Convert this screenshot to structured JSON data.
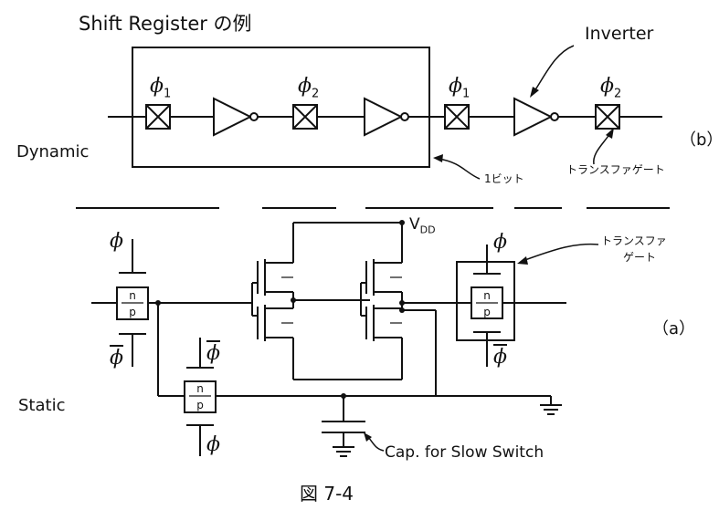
{
  "title": "Shift Register の例",
  "labels": {
    "dynamic": "Dynamic",
    "static": "Static",
    "b": "（b）",
    "a": "（a）",
    "inverter": "Inverter",
    "one_bit": "1ビット",
    "transfer_gate_b": "トランスファゲート",
    "transfer_gate_a_line1": "トランスファ",
    "transfer_gate_a_line2": "ゲート",
    "cap": "Cap. for Slow Switch",
    "figure": "図 7-4",
    "vdd_main": "V",
    "vdd_sub": "DD"
  },
  "phases": {
    "phi": "ϕ",
    "one": "1",
    "two": "2"
  },
  "tg_letters": {
    "n": "n",
    "p": "p"
  }
}
